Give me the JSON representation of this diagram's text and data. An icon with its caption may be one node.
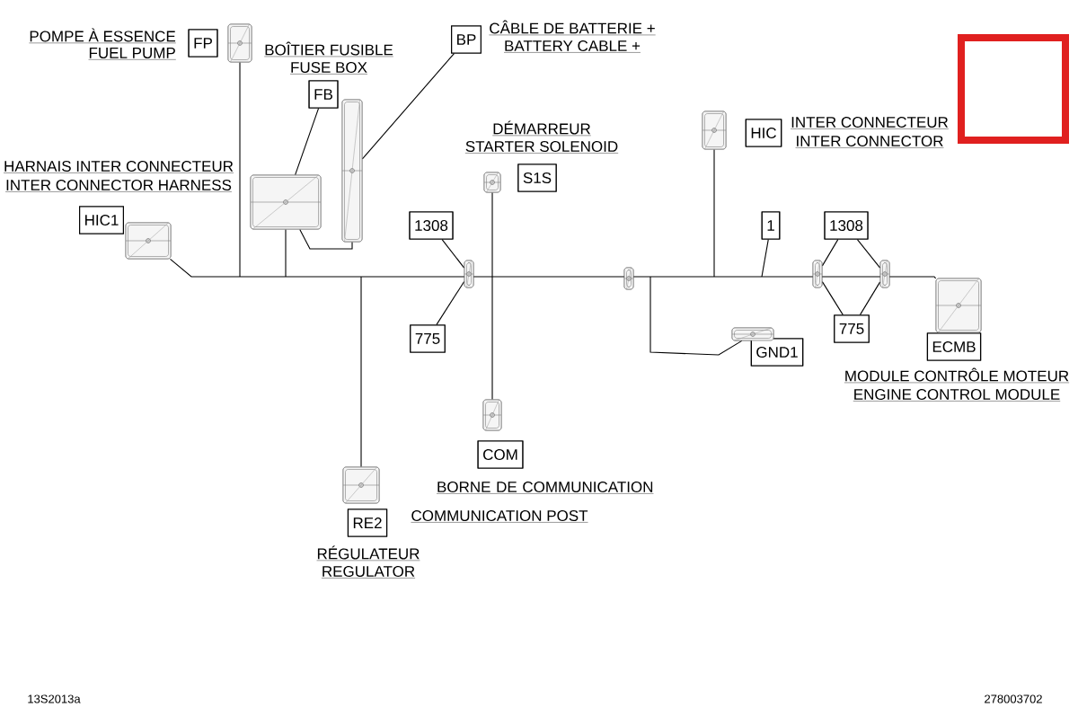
{
  "diagram": {
    "nodes": [
      {
        "text": [
          "FP"
        ],
        "beside": [
          "POMPE À ESSENCE",
          "FUEL PUMP"
        ]
      },
      {
        "text": [],
        "shape": "picture"
      },
      {
        "text": [
          "FB"
        ],
        "beside": [
          "BOÎTIER FUSIBLE",
          "FUSE BOX"
        ]
      },
      {
        "text": [],
        "shape": "picture"
      },
      {
        "text": [
          "BP"
        ],
        "beside": [
          "CÂBLE DE BATTERIE +",
          "BATTERY CABLE +"
        ]
      },
      {
        "text": [],
        "shape": "picture"
      },
      {
        "text": [
          "HIC1"
        ],
        "beside": [
          "HARNAIS INTER CONNECTEUR",
          "INTER CONNECTOR HARNESS"
        ]
      },
      {
        "text": [],
        "shape": "picture"
      },
      {
        "text": [
          "S1S"
        ],
        "beside": [
          "DÉMARREUR",
          "STARTER SOLENOID"
        ]
      },
      {
        "text": [],
        "shape": "picture"
      },
      {
        "text": [
          "HIC"
        ],
        "beside": [
          "INTER CONNECTEUR",
          "INTER CONNECTOR"
        ]
      },
      {
        "text": [],
        "shape": "picture"
      },
      {
        "text": [
          "1308"
        ]
      },
      {
        "text": [],
        "shape": "picture"
      },
      {
        "text": [
          "775"
        ]
      },
      {
        "text": [
          "1"
        ]
      },
      {
        "text": [
          "1308"
        ]
      },
      {
        "text": [],
        "shape": "picture"
      },
      {
        "text": [],
        "shape": "picture"
      },
      {
        "text": [
          "775"
        ]
      },
      {
        "text": [
          "GND1"
        ]
      },
      {
        "text": [],
        "shape": "picture"
      },
      {
        "text": [
          "ECMB"
        ],
        "beside": [
          "MODULE CONTRÔLE MOTEUR",
          "ENGINE CONTROL MODULE"
        ]
      },
      {
        "text": [],
        "shape": "picture"
      },
      {
        "text": [
          "COM"
        ],
        "beside": [
          "BORNE DE COMMUNICATION",
          "COMMUNICATION POST"
        ]
      },
      {
        "text": [],
        "shape": "picture"
      },
      {
        "text": [
          "RE2"
        ],
        "beside": [
          "RÉGULATEUR",
          "REGULATOR"
        ]
      },
      {
        "text": [],
        "shape": "picture"
      },
      {
        "text": [],
        "shape": "picture"
      }
    ],
    "edges": [
      {
        "from": 7,
        "to": 23,
        "arrow": "none"
      },
      {
        "from": 1,
        "to": null,
        "arrow": "none"
      },
      {
        "from": 3,
        "to": null,
        "arrow": "none"
      },
      {
        "from": 5,
        "to": 3,
        "arrow": "none"
      },
      {
        "from": 27,
        "to": null,
        "arrow": "none"
      },
      {
        "from": 9,
        "to": 25,
        "arrow": "none"
      },
      {
        "from": 11,
        "to": null,
        "arrow": "none"
      },
      {
        "from": 21,
        "to": null,
        "arrow": "none"
      },
      {
        "from": 2,
        "to": 3,
        "arrow": "none"
      },
      {
        "from": 4,
        "to": 5,
        "arrow": "none"
      },
      {
        "from": 12,
        "to": 13,
        "arrow": "none"
      },
      {
        "from": 14,
        "to": 13,
        "arrow": "none"
      },
      {
        "from": 15,
        "to": null,
        "arrow": "none"
      },
      {
        "from": 16,
        "to": 17,
        "arrow": "none"
      },
      {
        "from": 16,
        "to": 18,
        "arrow": "none"
      },
      {
        "from": 19,
        "to": 17,
        "arrow": "none"
      },
      {
        "from": 19,
        "to": 18,
        "arrow": "none"
      }
    ],
    "labels": [
      "13S2013a",
      "278003702"
    ]
  }
}
